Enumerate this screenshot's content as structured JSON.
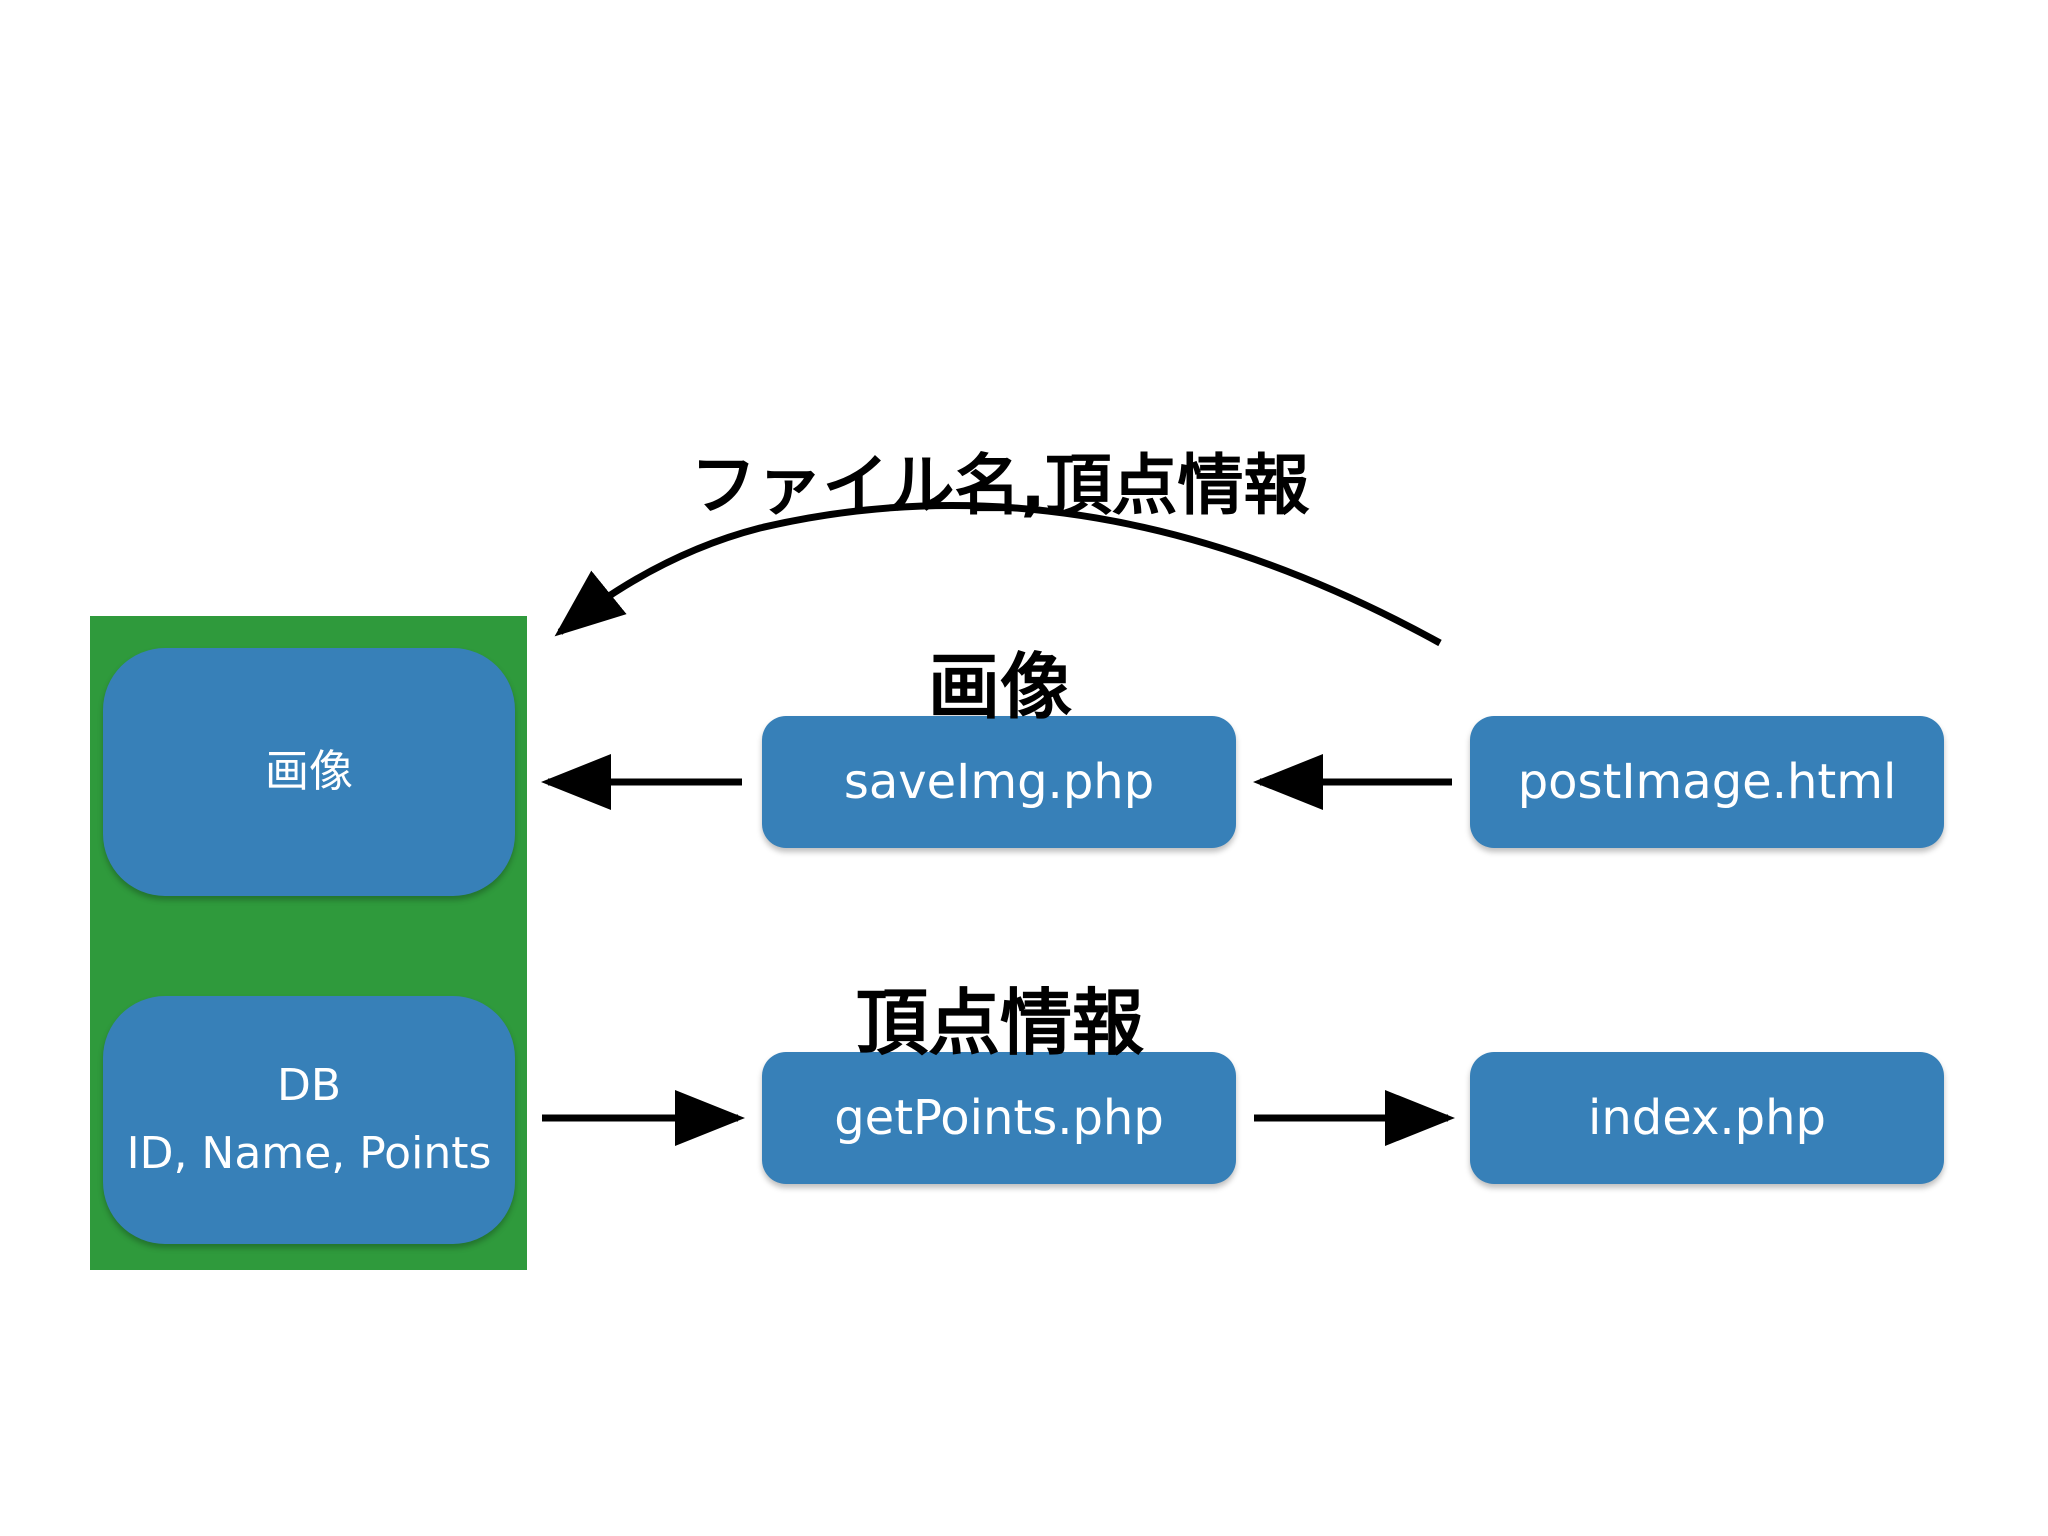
{
  "diagram": {
    "labels": {
      "top_arc": "ファイル名,頂点情報",
      "image_flow": "画像",
      "points_flow": "頂点情報"
    },
    "storage": {
      "image_store": "画像",
      "db_title": "DB",
      "db_fields": "ID, Name, Points"
    },
    "files": {
      "save_img": "saveImg.php",
      "post_image": "postImage.html",
      "get_points": "getPoints.php",
      "index": "index.php"
    },
    "colors": {
      "panel": "#2f9a3c",
      "box": "#3780b8",
      "box_text": "#ffffff",
      "arrow": "#000000"
    }
  }
}
